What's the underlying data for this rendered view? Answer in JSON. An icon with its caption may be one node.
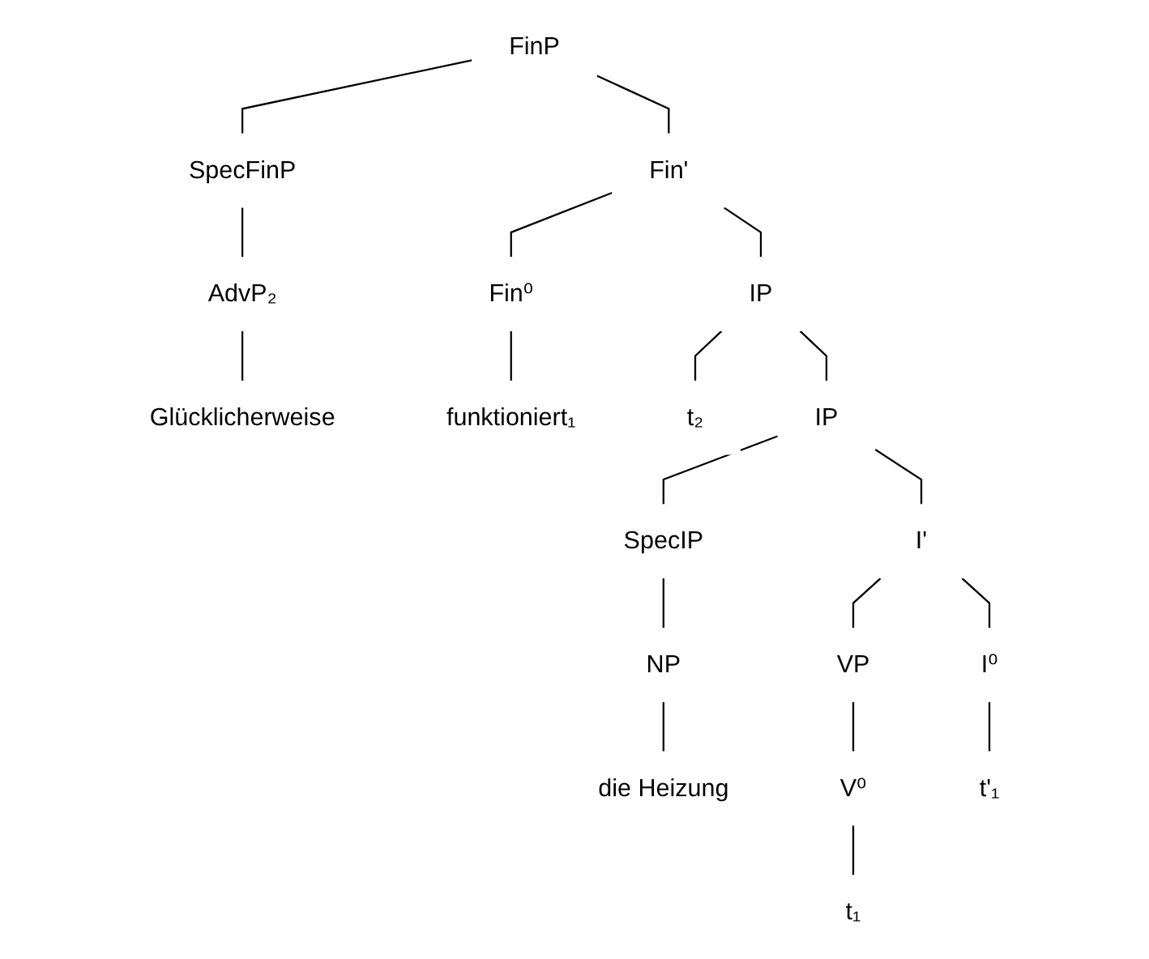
{
  "diagram": {
    "nodes": [
      {
        "text": [
          "FinP"
        ]
      },
      {
        "text": [
          "SpecFinP"
        ]
      },
      {
        "text": [
          "Fin'"
        ]
      },
      {
        "text": [
          "AdvP₂"
        ]
      },
      {
        "text": [
          "Fin⁰"
        ]
      },
      {
        "text": [
          "IP"
        ]
      },
      {
        "text": [
          "Glücklicherweise"
        ]
      },
      {
        "text": [
          "funktioniert₁"
        ]
      },
      {
        "text": [
          "t₂"
        ]
      },
      {
        "text": [
          "IP"
        ]
      },
      {
        "text": [
          "SpecIP"
        ]
      },
      {
        "text": [
          "I'"
        ]
      },
      {
        "text": [
          "NP"
        ]
      },
      {
        "text": [
          "VP"
        ]
      },
      {
        "text": [
          "I⁰"
        ]
      },
      {
        "text": [
          "die Heizung"
        ]
      },
      {
        "text": [
          "V⁰"
        ]
      },
      {
        "text": [
          "t'₁"
        ]
      },
      {
        "text": [
          "t₁"
        ]
      }
    ],
    "edges": [
      {
        "from": 0,
        "to": 1,
        "arrow": "none"
      },
      {
        "from": 0,
        "to": 2,
        "arrow": "none"
      },
      {
        "from": 1,
        "to": 3,
        "arrow": "none"
      },
      {
        "from": 2,
        "to": 4,
        "arrow": "none"
      },
      {
        "from": 2,
        "to": 5,
        "arrow": "none"
      },
      {
        "from": 3,
        "to": 6,
        "arrow": "none"
      },
      {
        "from": 4,
        "to": 7,
        "arrow": "none"
      },
      {
        "from": 5,
        "to": 8,
        "arrow": "none"
      },
      {
        "from": 5,
        "to": 9,
        "arrow": "none"
      },
      {
        "from": 9,
        "to": 10,
        "arrow": "none"
      },
      {
        "from": 9,
        "to": 11,
        "arrow": "none"
      },
      {
        "from": 10,
        "to": 12,
        "arrow": "none"
      },
      {
        "from": 11,
        "to": 13,
        "arrow": "none"
      },
      {
        "from": 11,
        "to": 14,
        "arrow": "none"
      },
      {
        "from": 12,
        "to": 15,
        "arrow": "none"
      },
      {
        "from": 13,
        "to": 16,
        "arrow": "none"
      },
      {
        "from": 14,
        "to": 17,
        "arrow": "none"
      },
      {
        "from": 16,
        "to": 18,
        "arrow": "none"
      }
    ]
  }
}
